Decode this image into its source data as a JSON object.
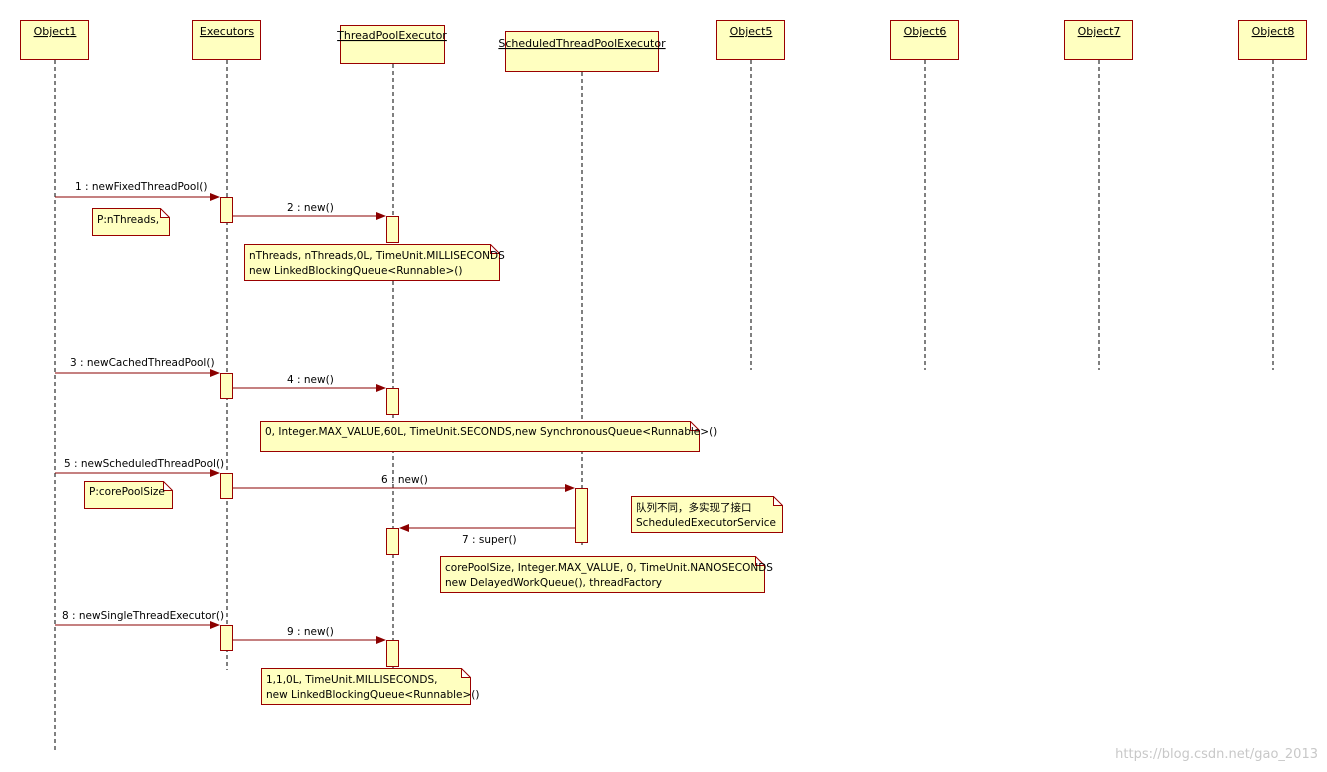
{
  "diagram": {
    "objects": [
      {
        "id": "object1",
        "label": "Object1"
      },
      {
        "id": "executors",
        "label": "Executors"
      },
      {
        "id": "threadpoolexecutor",
        "label": "ThreadPoolExecutor"
      },
      {
        "id": "scheduledthreadpoolexecutor",
        "label": "ScheduledThreadPoolExecutor"
      },
      {
        "id": "object5",
        "label": "Object5"
      },
      {
        "id": "object6",
        "label": "Object6"
      },
      {
        "id": "object7",
        "label": "Object7"
      },
      {
        "id": "object8",
        "label": "Object8"
      }
    ],
    "messages": [
      {
        "id": "m1",
        "label": "1 : newFixedThreadPool()"
      },
      {
        "id": "m2",
        "label": "2 : new()"
      },
      {
        "id": "m3",
        "label": "3 : newCachedThreadPool()"
      },
      {
        "id": "m4",
        "label": "4 : new()"
      },
      {
        "id": "m5",
        "label": "5 : newScheduledThreadPool()"
      },
      {
        "id": "m6",
        "label": "6 : new()"
      },
      {
        "id": "m7",
        "label": "7 : super()"
      },
      {
        "id": "m8",
        "label": "8 : newSingleThreadExecutor()"
      },
      {
        "id": "m9",
        "label": "9 : new()"
      }
    ],
    "notes": [
      {
        "id": "n1",
        "lines": [
          "P:nThreads,"
        ]
      },
      {
        "id": "n2",
        "lines": [
          "nThreads, nThreads,0L, TimeUnit.MILLISECONDS",
          "new LinkedBlockingQueue<Runnable>()"
        ]
      },
      {
        "id": "n3",
        "lines": [
          "0, Integer.MAX_VALUE,60L, TimeUnit.SECONDS,new SynchronousQueue<Runnable>()"
        ]
      },
      {
        "id": "n4",
        "lines": [
          "P:corePoolSize"
        ]
      },
      {
        "id": "n5",
        "lines": [
          "队列不同，多实现了接口",
          "ScheduledExecutorService"
        ]
      },
      {
        "id": "n6",
        "lines": [
          "corePoolSize, Integer.MAX_VALUE, 0, TimeUnit.NANOSECONDS",
          "new DelayedWorkQueue(), threadFactory"
        ]
      },
      {
        "id": "n7",
        "lines": [
          "1,1,0L, TimeUnit.MILLISECONDS,",
          "new LinkedBlockingQueue<Runnable>()"
        ]
      }
    ],
    "watermark": "https://blog.csdn.net/gao_2013",
    "colors": {
      "box_fill": "#ffffc0",
      "box_stroke": "#990000",
      "arrow": "#8b0000",
      "lifeline": "#000000"
    }
  }
}
